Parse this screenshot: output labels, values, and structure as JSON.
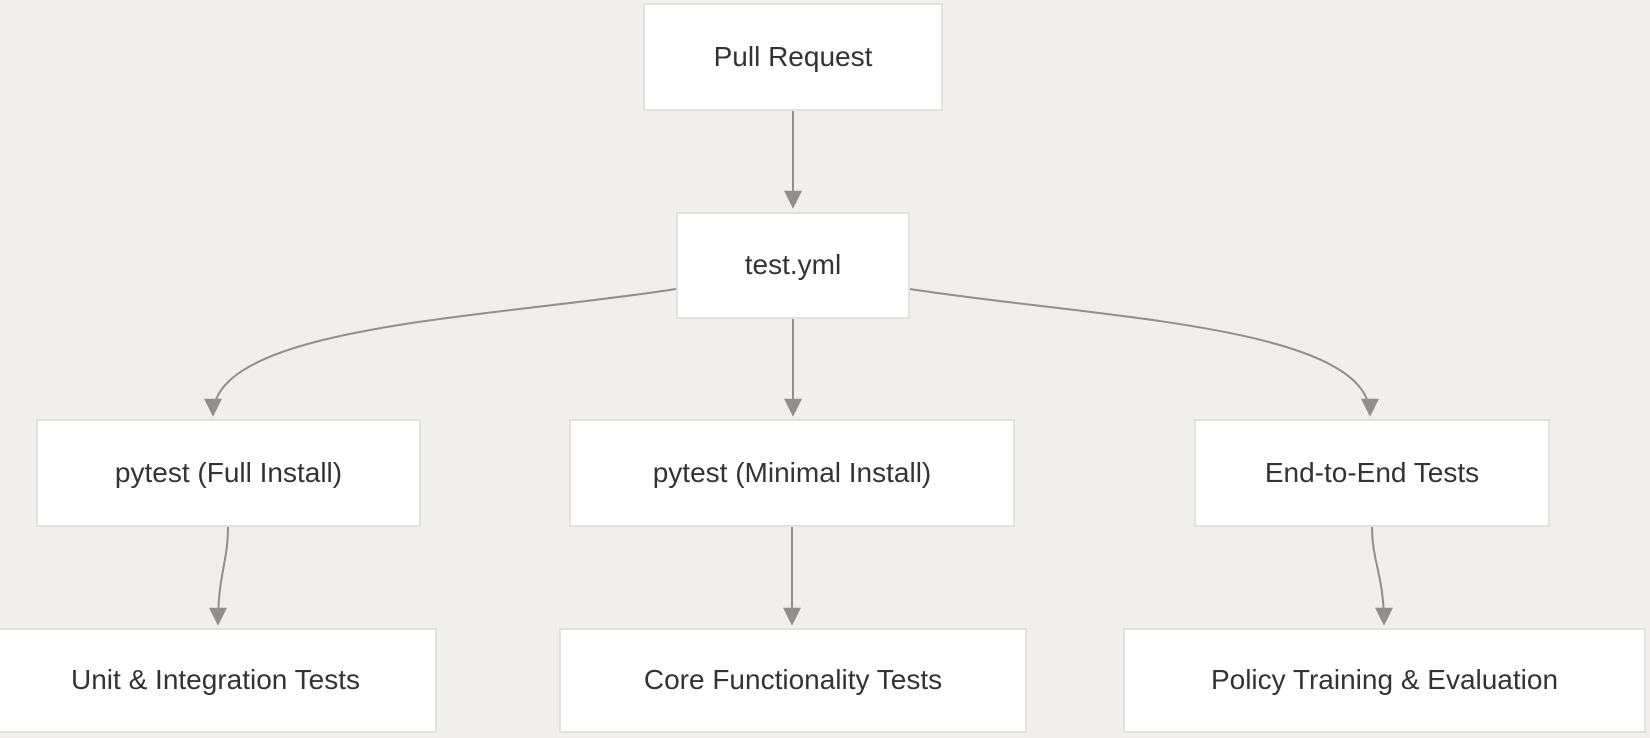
{
  "diagram": {
    "type": "flowchart",
    "direction": "top-down",
    "nodes": [
      {
        "id": "pull-request",
        "label": "Pull Request"
      },
      {
        "id": "test-yml",
        "label": "test.yml"
      },
      {
        "id": "pytest-full",
        "label": "pytest (Full Install)"
      },
      {
        "id": "pytest-minimal",
        "label": "pytest (Minimal Install)"
      },
      {
        "id": "e2e",
        "label": "End-to-End Tests"
      },
      {
        "id": "unit-integration",
        "label": "Unit & Integration Tests"
      },
      {
        "id": "core-functionality",
        "label": "Core Functionality Tests"
      },
      {
        "id": "policy-training",
        "label": "Policy Training & Evaluation"
      }
    ],
    "edges": [
      {
        "from": "pull-request",
        "to": "test-yml"
      },
      {
        "from": "test-yml",
        "to": "pytest-full"
      },
      {
        "from": "test-yml",
        "to": "pytest-minimal"
      },
      {
        "from": "test-yml",
        "to": "e2e"
      },
      {
        "from": "pytest-full",
        "to": "unit-integration"
      },
      {
        "from": "pytest-minimal",
        "to": "core-functionality"
      },
      {
        "from": "e2e",
        "to": "policy-training"
      }
    ]
  },
  "colors": {
    "background": "#f0efed",
    "node_fill": "#ffffff",
    "node_border": "#e2e1df",
    "node_text": "#333333",
    "edge": "#8f8f8f"
  }
}
